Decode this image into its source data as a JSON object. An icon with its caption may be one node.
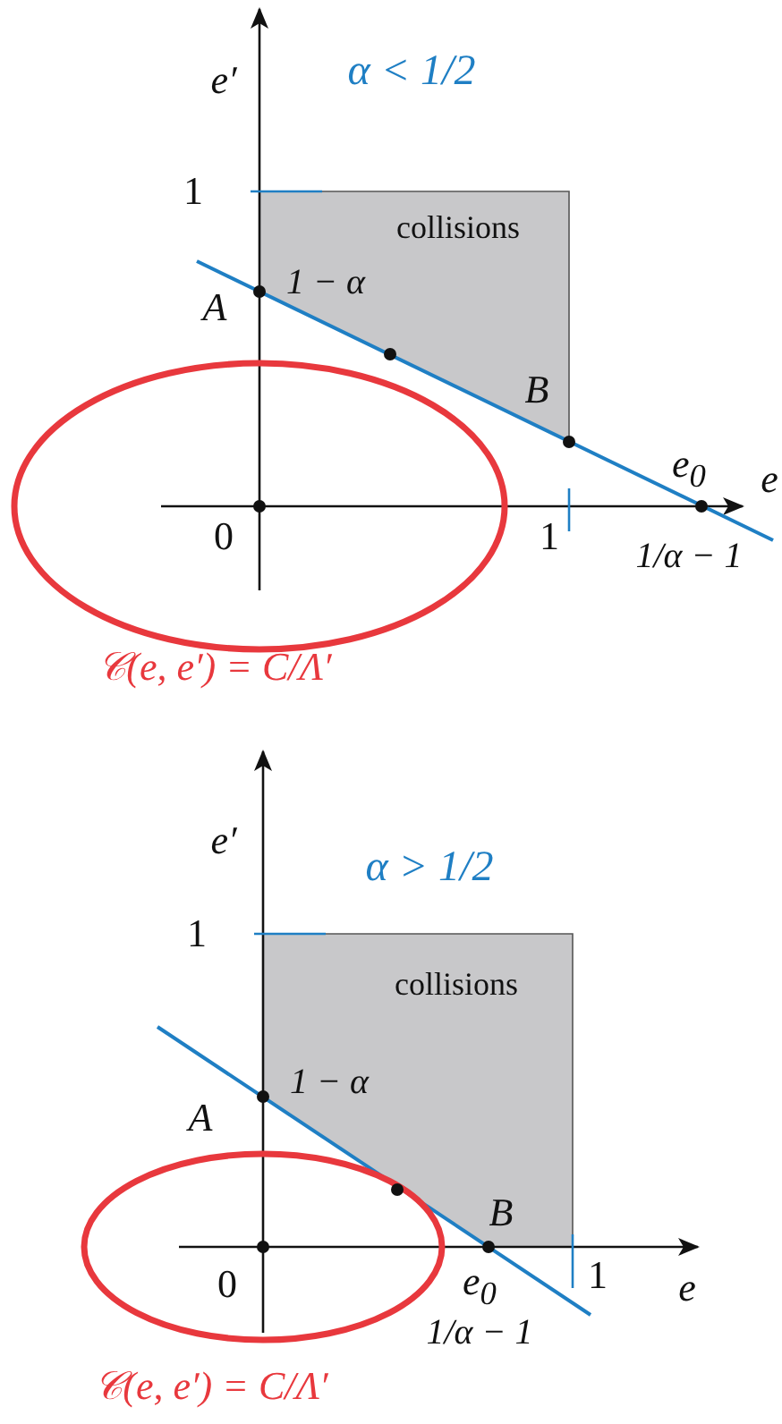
{
  "diagram": {
    "labels": [
      "e′",
      "α < 1/2",
      "1",
      "collisions",
      "1 − α",
      "A",
      "B",
      "e$_{0}$",
      "e",
      "0",
      "1",
      "1/α − 1",
      "𝒞(e, e′) = C/Λ′",
      "e′",
      "α > 1/2",
      "1",
      "collisions",
      "1 − α",
      "A",
      "B",
      "e$_{0}$",
      "1",
      "e",
      "0",
      "1/α − 1",
      "𝒞(e, e′) = C/Λ′"
    ]
  }
}
